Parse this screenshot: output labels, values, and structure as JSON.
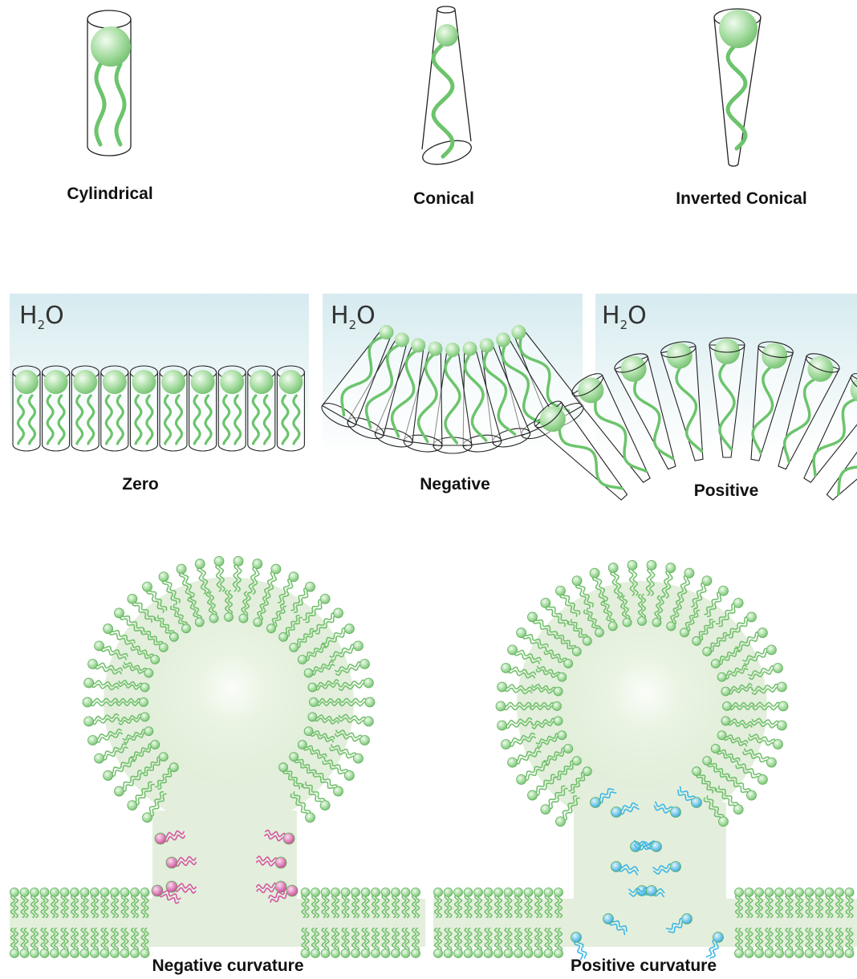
{
  "shapes": {
    "cylindrical_label": "Cylindrical",
    "conical_label": "Conical",
    "inverted_conical_label": "Inverted Conical"
  },
  "curvature": {
    "solvent_main": "H",
    "solvent_sub": "2",
    "solvent_tail": "O",
    "zero_label": "Zero",
    "negative_label": "Negative",
    "positive_label": "Positive"
  },
  "membranes": {
    "negative_curvature_label": "Negative curvature",
    "positive_curvature_label": "Positive curvature"
  },
  "colors": {
    "lipid_green": "#8cd68c",
    "tail_green": "#6cc46c",
    "pink_lipid": "#d657a3",
    "cyan_lipid": "#3fb7e6",
    "water_top": "#d8ecf0"
  }
}
